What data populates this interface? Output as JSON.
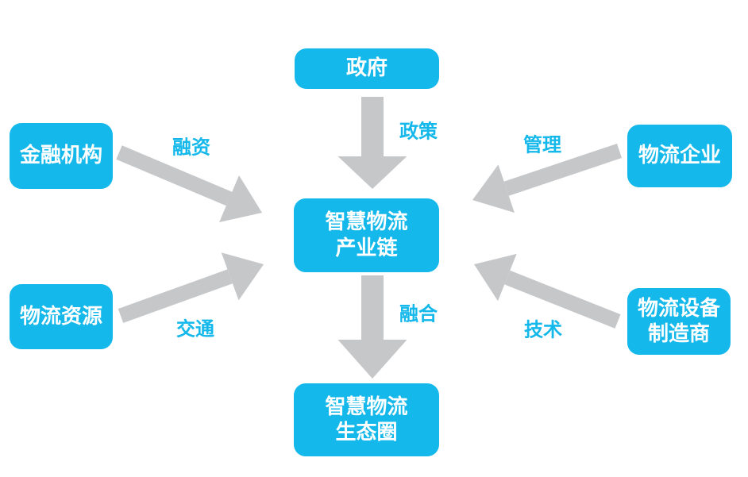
{
  "diagram": {
    "colors": {
      "node_fill": "#14b8ea",
      "node_text": "#ffffff",
      "edge_label_color": "#14b8ea",
      "arrow": "#c6c7c9",
      "background": "#ffffff"
    },
    "nodes": {
      "government": {
        "label": "政府"
      },
      "financial_institutions": {
        "label": "金融机构"
      },
      "logistics_resources": {
        "label": "物流资源"
      },
      "logistics_enterprises": {
        "label": "物流企业"
      },
      "equipment_manufacturer": {
        "label": "物流设备\n制造商"
      },
      "industry_chain": {
        "label": "智慧物流\n产业链"
      },
      "ecosystem": {
        "label": "智慧物流\n生态圈"
      }
    },
    "edges": {
      "policy": {
        "label": "政策",
        "from": "government",
        "to": "industry_chain"
      },
      "financing": {
        "label": "融资",
        "from": "financial_institutions",
        "to": "industry_chain"
      },
      "management": {
        "label": "管理",
        "from": "logistics_enterprises",
        "to": "industry_chain"
      },
      "traffic": {
        "label": "交通",
        "from": "logistics_resources",
        "to": "industry_chain"
      },
      "technology": {
        "label": "技术",
        "from": "equipment_manufacturer",
        "to": "industry_chain"
      },
      "fusion": {
        "label": "融合",
        "from": "industry_chain",
        "to": "ecosystem"
      }
    }
  }
}
